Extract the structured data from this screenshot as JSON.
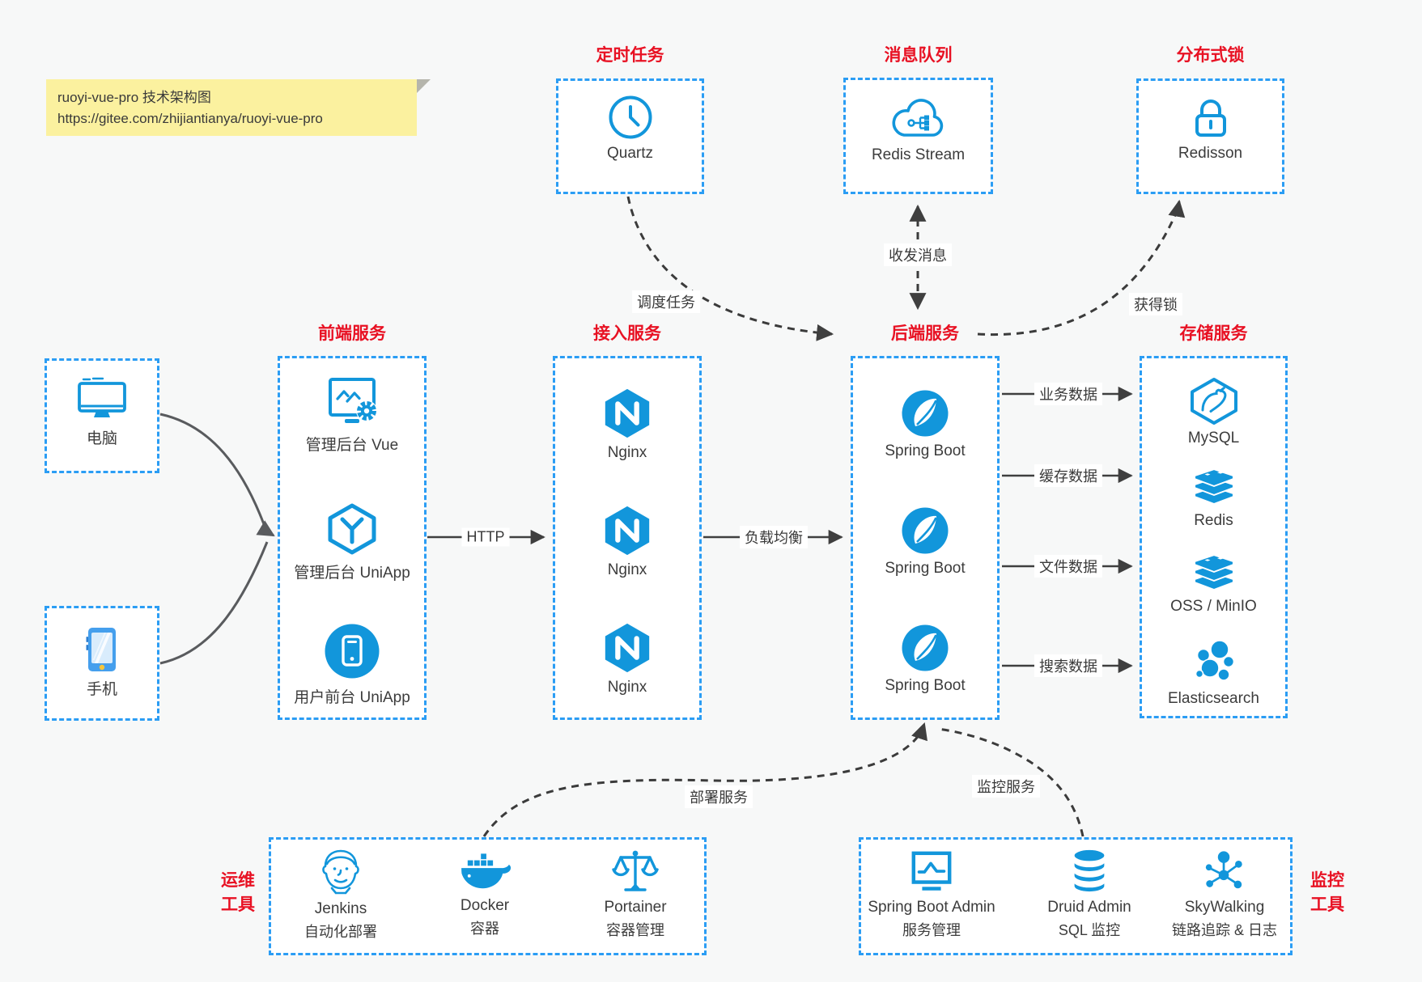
{
  "colors": {
    "accent": "#1296db",
    "box_border": "#2b9df4",
    "title_red": "#e81123",
    "arrow": "#3f3f3f",
    "client_arrow": "#595b5e",
    "note_bg": "#fbf19f",
    "background": "#f7f8f8"
  },
  "note": {
    "line1": "ruoyi-vue-pro 技术架构图",
    "line2": "https://gitee.com/zhijiantianya/ruoyi-vue-pro"
  },
  "clients": {
    "computer": {
      "label": "电脑",
      "icon": "desktop-icon"
    },
    "phone": {
      "label": "手机",
      "icon": "smartphone-icon"
    }
  },
  "top_services": {
    "scheduler": {
      "title": "定时任务",
      "item": "Quartz",
      "icon": "clock-icon"
    },
    "queue": {
      "title": "消息队列",
      "item": "Redis Stream",
      "icon": "cloud-stream-icon"
    },
    "lock": {
      "title": "分布式锁",
      "item": "Redisson",
      "icon": "padlock-icon"
    }
  },
  "frontend": {
    "title": "前端服务",
    "items": [
      {
        "label": "管理后台 Vue",
        "icon": "admin-monitor-gear-icon"
      },
      {
        "label": "管理后台 UniApp",
        "icon": "uniapp-hexagon-icon"
      },
      {
        "label": "用户前台 UniApp",
        "icon": "mobile-app-circle-icon"
      }
    ]
  },
  "gateway": {
    "title": "接入服务",
    "items": [
      {
        "label": "Nginx",
        "icon": "nginx-icon"
      },
      {
        "label": "Nginx",
        "icon": "nginx-icon"
      },
      {
        "label": "Nginx",
        "icon": "nginx-icon"
      }
    ]
  },
  "backend": {
    "title": "后端服务",
    "items": [
      {
        "label": "Spring Boot",
        "icon": "spring-boot-icon"
      },
      {
        "label": "Spring Boot",
        "icon": "spring-boot-icon"
      },
      {
        "label": "Spring Boot",
        "icon": "spring-boot-icon"
      }
    ]
  },
  "storage": {
    "title": "存储服务",
    "items": [
      {
        "label": "MySQL",
        "icon": "mysql-icon"
      },
      {
        "label": "Redis",
        "icon": "redis-stack-icon"
      },
      {
        "label": "OSS / MinIO",
        "icon": "storage-stack-icon"
      },
      {
        "label": "Elasticsearch",
        "icon": "elasticsearch-icon"
      }
    ]
  },
  "edges": {
    "http": "HTTP",
    "load_balance": "负载均衡",
    "business_data": "业务数据",
    "cache_data": "缓存数据",
    "file_data": "文件数据",
    "search_data": "搜索数据",
    "schedule_task": "调度任务",
    "send_receive_message": "收发消息",
    "acquire_lock": "获得锁",
    "deploy_service": "部署服务",
    "monitor_service": "监控服务"
  },
  "ops_tools": {
    "side_label": [
      "运维",
      "工具"
    ],
    "items": [
      {
        "name": "Jenkins",
        "desc": "自动化部署",
        "icon": "jenkins-icon"
      },
      {
        "name": "Docker",
        "desc": "容器",
        "icon": "docker-icon"
      },
      {
        "name": "Portainer",
        "desc": "容器管理",
        "icon": "scales-icon"
      }
    ]
  },
  "monitor_tools": {
    "side_label": [
      "监控",
      "工具"
    ],
    "items": [
      {
        "name": "Spring Boot Admin",
        "desc": "服务管理",
        "icon": "admin-chart-icon"
      },
      {
        "name": "Druid Admin",
        "desc": "SQL 监控",
        "icon": "database-icon"
      },
      {
        "name": "SkyWalking",
        "desc": "链路追踪 & 日志",
        "icon": "topology-icon"
      }
    ]
  }
}
